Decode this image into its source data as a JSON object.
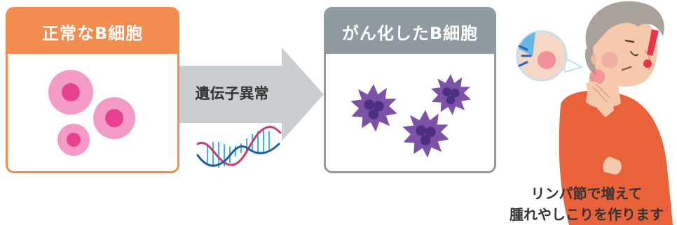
{
  "normal_panel": {
    "title": "正常なB細胞"
  },
  "arrow": {
    "label": "遺伝子異常"
  },
  "cancer_panel": {
    "title": "がん化したB細胞"
  },
  "caption": {
    "line1": "リンパ節で増えて",
    "line2": "腫れやしこりを作ります"
  },
  "colors": {
    "normal_accent": "#f28c4f",
    "cancer_accent": "#8e9aa0",
    "normal_cell": "#f39bc6",
    "normal_nucleus": "#e7408f",
    "cancer_cell": "#7b52a6",
    "cancer_nucleus": "#4b2f82",
    "arrow": "#c8cdd0",
    "alert": "#e8334a"
  }
}
